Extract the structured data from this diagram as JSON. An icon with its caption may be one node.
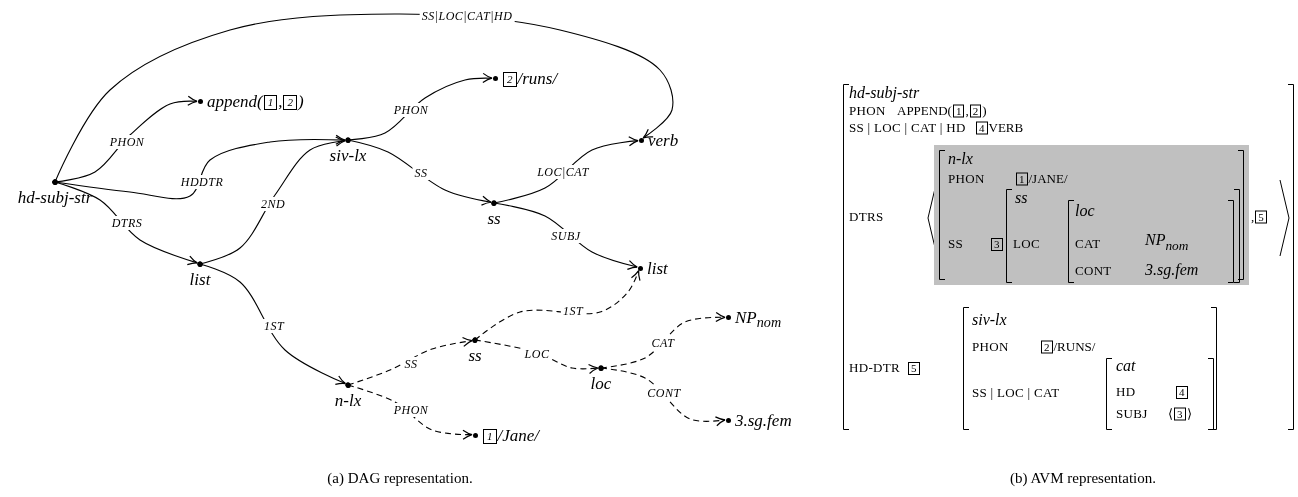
{
  "diagram": {
    "nodes": [
      {
        "text": [
          "hd-subj-str"
        ]
      },
      {
        "text": [
          "append(",
          "1",
          ",",
          "2",
          ")"
        ]
      },
      {
        "text": [
          "2",
          "/runs/"
        ]
      },
      {
        "text": [
          "siv-lx"
        ]
      },
      {
        "text": [
          "verb"
        ]
      },
      {
        "text": [
          "ss"
        ]
      },
      {
        "text": [
          "list"
        ]
      },
      {
        "text": [
          "list"
        ]
      },
      {
        "text": [
          "n-lx"
        ]
      },
      {
        "text": [
          "ss"
        ]
      },
      {
        "text": [
          "loc"
        ]
      },
      {
        "text": [
          "NP$_{nom}$"
        ]
      },
      {
        "text": [
          "3.sg.fem"
        ]
      },
      {
        "text": [
          "1",
          "/Jane/"
        ]
      },
      {
        "text": [
          "hd-subj-str",
          "PHON",
          "APPEND(",
          "1",
          ",",
          "2",
          ")",
          "SS | LOC | CAT | HD",
          "4",
          "VERB",
          "DTRS",
          ",",
          "5",
          "HD-DTR",
          "5"
        ]
      },
      {
        "text": [
          "n-lx",
          "PHON",
          "1",
          "/JANE/",
          "SS",
          "3"
        ],
        "in": 14
      },
      {
        "text": [
          "ss",
          "LOC"
        ],
        "in": 15
      },
      {
        "text": [
          "loc",
          "CAT",
          "NP$_{nom}$",
          "CONT",
          "3.sg.fem"
        ],
        "in": 16
      },
      {
        "text": [
          "siv-lx",
          "PHON",
          "2",
          "/RUNS/",
          "SS | LOC | CAT"
        ],
        "in": 14
      },
      {
        "text": [
          "cat",
          "HD",
          "4",
          "SUBJ",
          "⟨",
          "3",
          "⟩"
        ],
        "in": 18
      }
    ],
    "edges": [
      {
        "from": 0,
        "to": 4,
        "arrow": "to",
        "label": "SS|LOC|CAT|HD"
      },
      {
        "from": 0,
        "to": 1,
        "arrow": "to",
        "label": "PHON"
      },
      {
        "from": 0,
        "to": 3,
        "arrow": "to",
        "label": "HDDTR"
      },
      {
        "from": 0,
        "to": 7,
        "arrow": "to",
        "label": "DTRS"
      },
      {
        "from": 3,
        "to": 2,
        "arrow": "to",
        "label": "PHON"
      },
      {
        "from": 3,
        "to": 5,
        "arrow": "to",
        "label": "SS"
      },
      {
        "from": 5,
        "to": 4,
        "arrow": "to",
        "label": "LOC|CAT"
      },
      {
        "from": 5,
        "to": 6,
        "arrow": "to",
        "label": "SUBJ"
      },
      {
        "from": 7,
        "to": 3,
        "arrow": "to",
        "label": "2ND"
      },
      {
        "from": 7,
        "to": 8,
        "arrow": "to",
        "label": "1ST"
      },
      {
        "from": 8,
        "to": 9,
        "arrow": "to",
        "label": "SS",
        "style": "dashed"
      },
      {
        "from": 8,
        "to": 13,
        "arrow": "to",
        "label": "PHON",
        "style": "dashed"
      },
      {
        "from": 9,
        "to": 6,
        "arrow": "to",
        "label": "1ST",
        "style": "dashed"
      },
      {
        "from": 9,
        "to": 10,
        "arrow": "to",
        "label": "LOC",
        "style": "dashed"
      },
      {
        "from": 10,
        "to": 11,
        "arrow": "to",
        "label": "CAT",
        "style": "dashed"
      },
      {
        "from": 10,
        "to": 12,
        "arrow": "to",
        "label": "CONT",
        "style": "dashed"
      }
    ],
    "labels": [
      "(a) DAG representation.",
      "(b) AVM representation."
    ]
  }
}
